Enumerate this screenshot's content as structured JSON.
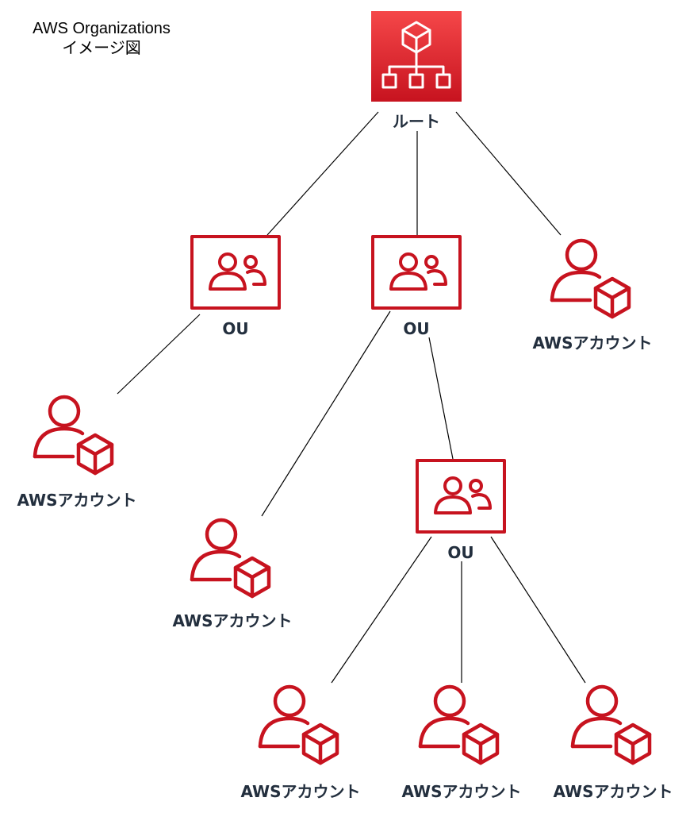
{
  "title": {
    "line1": "AWS Organizations",
    "line2": "イメージ図"
  },
  "colors": {
    "accent": "#c7131f",
    "accent_light": "#f54749",
    "text": "#232f3e",
    "line": "#000000"
  },
  "nodes": {
    "root": {
      "label": "ルート",
      "icon": "organizations-icon"
    },
    "ou1": {
      "label": "OU",
      "icon": "organizational-unit-icon"
    },
    "ou2": {
      "label": "OU",
      "icon": "organizational-unit-icon"
    },
    "ou3": {
      "label": "OU",
      "icon": "organizational-unit-icon"
    },
    "account_a": {
      "label": "AWSアカウント",
      "icon": "account-icon"
    },
    "account_b": {
      "label": "AWSアカウント",
      "icon": "account-icon"
    },
    "account_c": {
      "label": "AWSアカウント",
      "icon": "account-icon"
    },
    "account_d": {
      "label": "AWSアカウント",
      "icon": "account-icon"
    },
    "account_e": {
      "label": "AWSアカウント",
      "icon": "account-icon"
    },
    "account_f": {
      "label": "AWSアカウント",
      "icon": "account-icon"
    }
  },
  "edges": [
    {
      "from": "root",
      "to": "ou1"
    },
    {
      "from": "root",
      "to": "ou2"
    },
    {
      "from": "root",
      "to": "account_a"
    },
    {
      "from": "ou1",
      "to": "account_b"
    },
    {
      "from": "ou2",
      "to": "account_c"
    },
    {
      "from": "ou2",
      "to": "ou3"
    },
    {
      "from": "ou3",
      "to": "account_d"
    },
    {
      "from": "ou3",
      "to": "account_e"
    },
    {
      "from": "ou3",
      "to": "account_f"
    }
  ]
}
